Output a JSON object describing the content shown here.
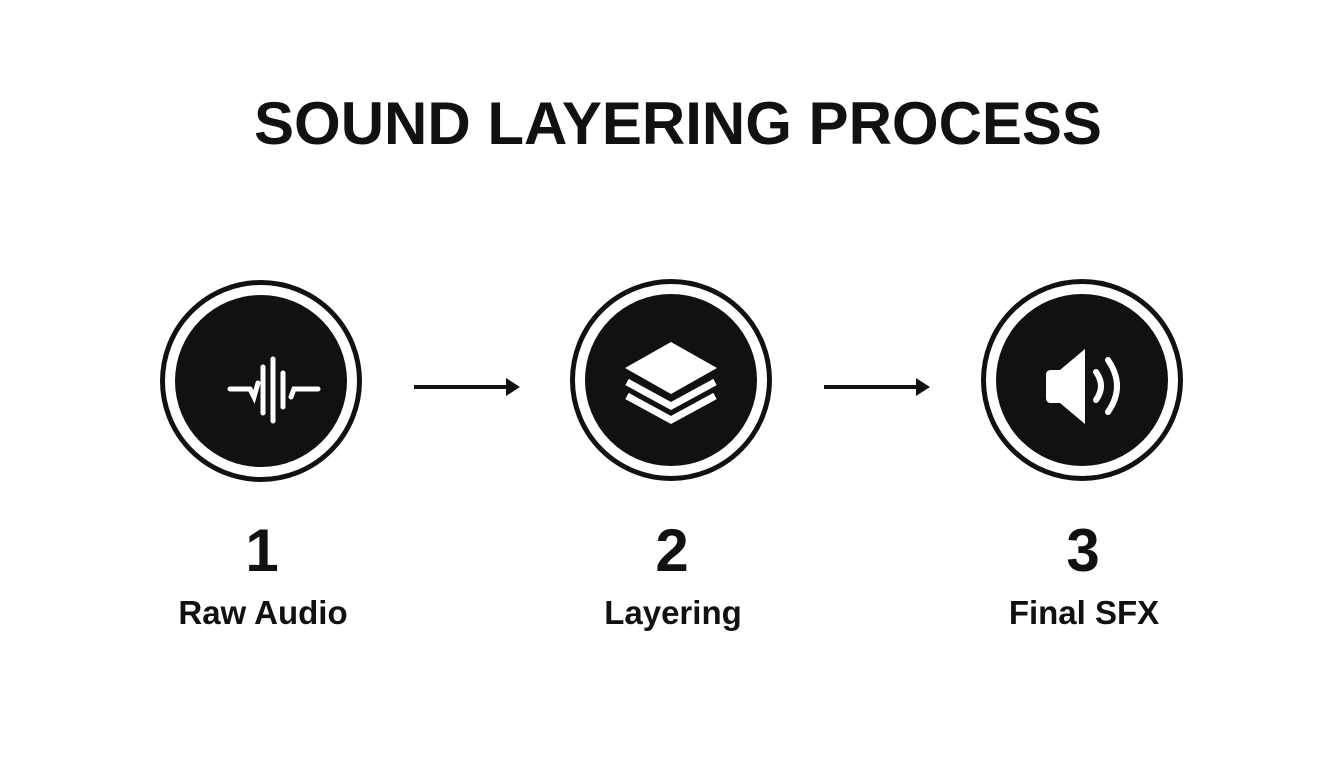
{
  "title": "SOUND LAYERING PROCESS",
  "steps": [
    {
      "number": "1",
      "label": "Raw Audio",
      "icon": "waveform-icon"
    },
    {
      "number": "2",
      "label": "Layering",
      "icon": "layers-icon"
    },
    {
      "number": "3",
      "label": "Final SFX",
      "icon": "speaker-icon"
    }
  ],
  "colors": {
    "foreground": "#111111",
    "background": "#ffffff"
  }
}
